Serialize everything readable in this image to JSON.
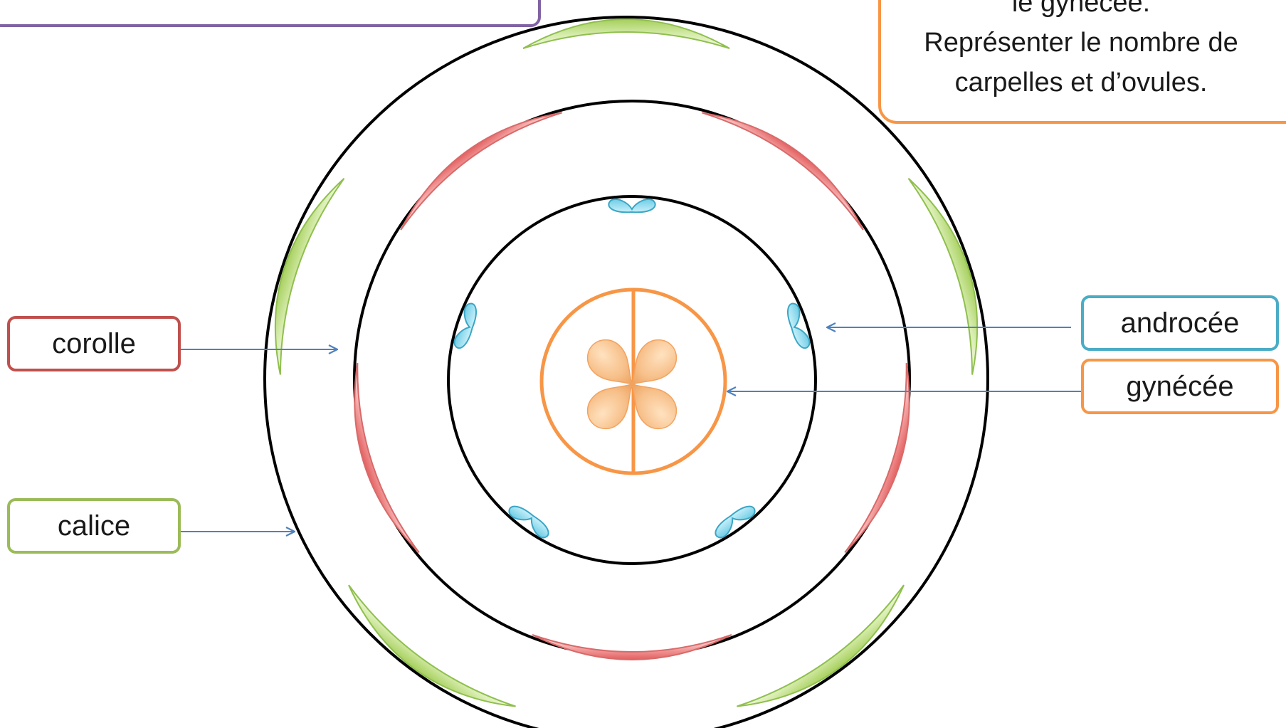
{
  "labels": {
    "corolle": "corolle",
    "calice": "calice",
    "androcee": "androcée",
    "gynecee": "gynécée"
  },
  "instructions": {
    "line1": "le gynécée.",
    "line2": "Représenter le nombre de",
    "line3": "carpelles et d’ovules."
  },
  "colors": {
    "calice": "#9bbb59",
    "corolle": "#c0504d",
    "androcee": "#4bacc6",
    "gynecee": "#f79646",
    "note_border": "#8064a2",
    "arrow": "#4f81bd",
    "ring": "#000000"
  }
}
